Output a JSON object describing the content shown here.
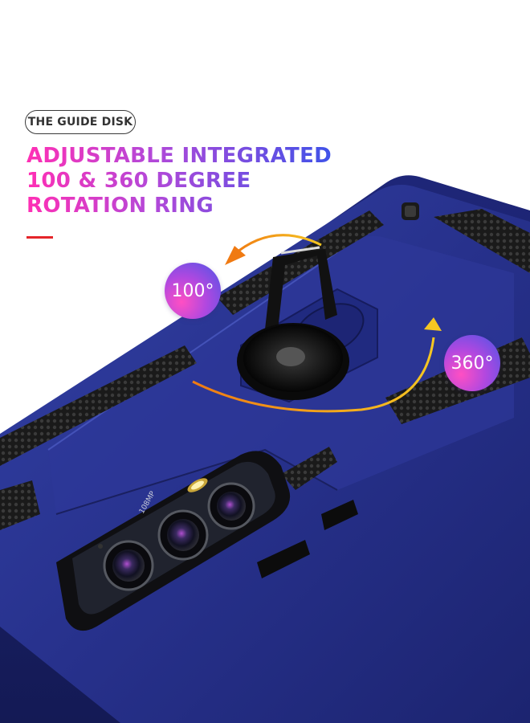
{
  "badge": {
    "label": "THE GUIDE DISK"
  },
  "headline": {
    "line1": "ADJUSTABLE INTEGRATED",
    "line2": "100 & 360 DEGREE",
    "line3": "ROTATION RING"
  },
  "angles": {
    "small": "100°",
    "full": "360°"
  },
  "camera": {
    "label": "108MP"
  },
  "colors": {
    "case": "#27318c",
    "accent_line": "#e5252a",
    "arrow": "#f2a51d"
  }
}
